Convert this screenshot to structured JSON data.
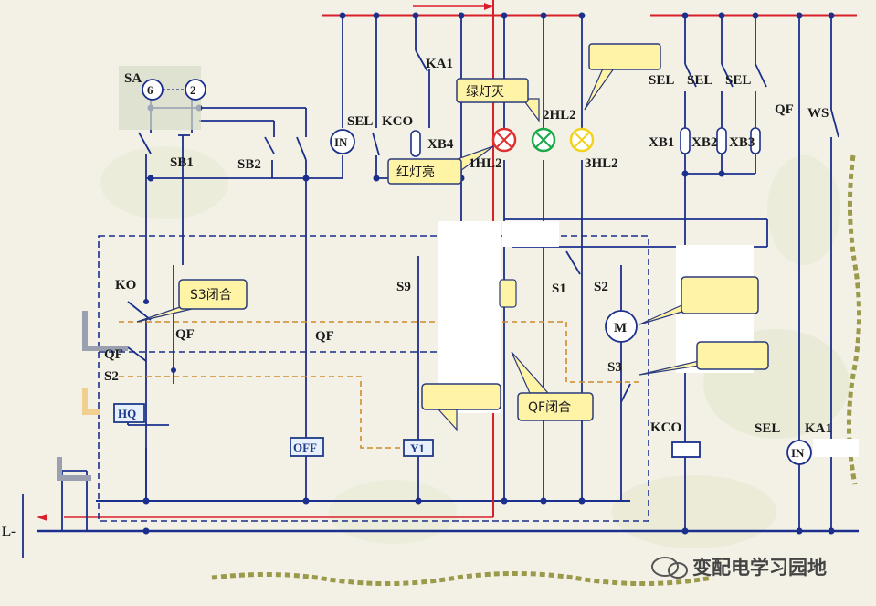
{
  "labels": {
    "sa": "SA",
    "sa_6": "6",
    "sa_2": "2",
    "sb1": "SB1",
    "sb2": "SB2",
    "ko": "KO",
    "qf_left": "QF",
    "qf_left2": "QF",
    "s2_left": "S2",
    "hq": "HQ",
    "off": "OFF",
    "y1": "Y1",
    "qf_mid": "QF",
    "s9": "S9",
    "sel_top": "SEL",
    "kco_top": "KCO",
    "in_top": "IN",
    "xb4": "XB4",
    "ka1_top": "KA1",
    "hl1": "1HL2",
    "hl2": "2HL2",
    "hl3": "3HL2",
    "sel_r1": "SEL",
    "sel_r2": "SEL",
    "sel_r3": "SEL",
    "xb1": "XB1",
    "xb2": "XB2",
    "xb3": "XB3",
    "qf_r": "QF",
    "ws": "WS",
    "s1": "S1",
    "s2_mid": "S2",
    "s3": "S3",
    "m": "M",
    "kco_bot": "KCO",
    "sel_bot": "SEL",
    "ka1_bot": "KA1",
    "in_bot": "IN",
    "l_minus": "L-"
  },
  "callouts": {
    "green_off": "绿灯灭",
    "red_on": "红灯亮",
    "s3_closed": "S3闭合",
    "qf_closed": "QF闭合"
  },
  "watermark": "变配电学习园地",
  "colors": {
    "wire": "#1b2f8c",
    "bus_red": "#d9202a",
    "callout_bg": "#fff3a6",
    "callout_border": "#2a3a7a",
    "lamp_red": "#e03030",
    "lamp_green": "#1aa84a",
    "lamp_yellow": "#f2d21a"
  }
}
